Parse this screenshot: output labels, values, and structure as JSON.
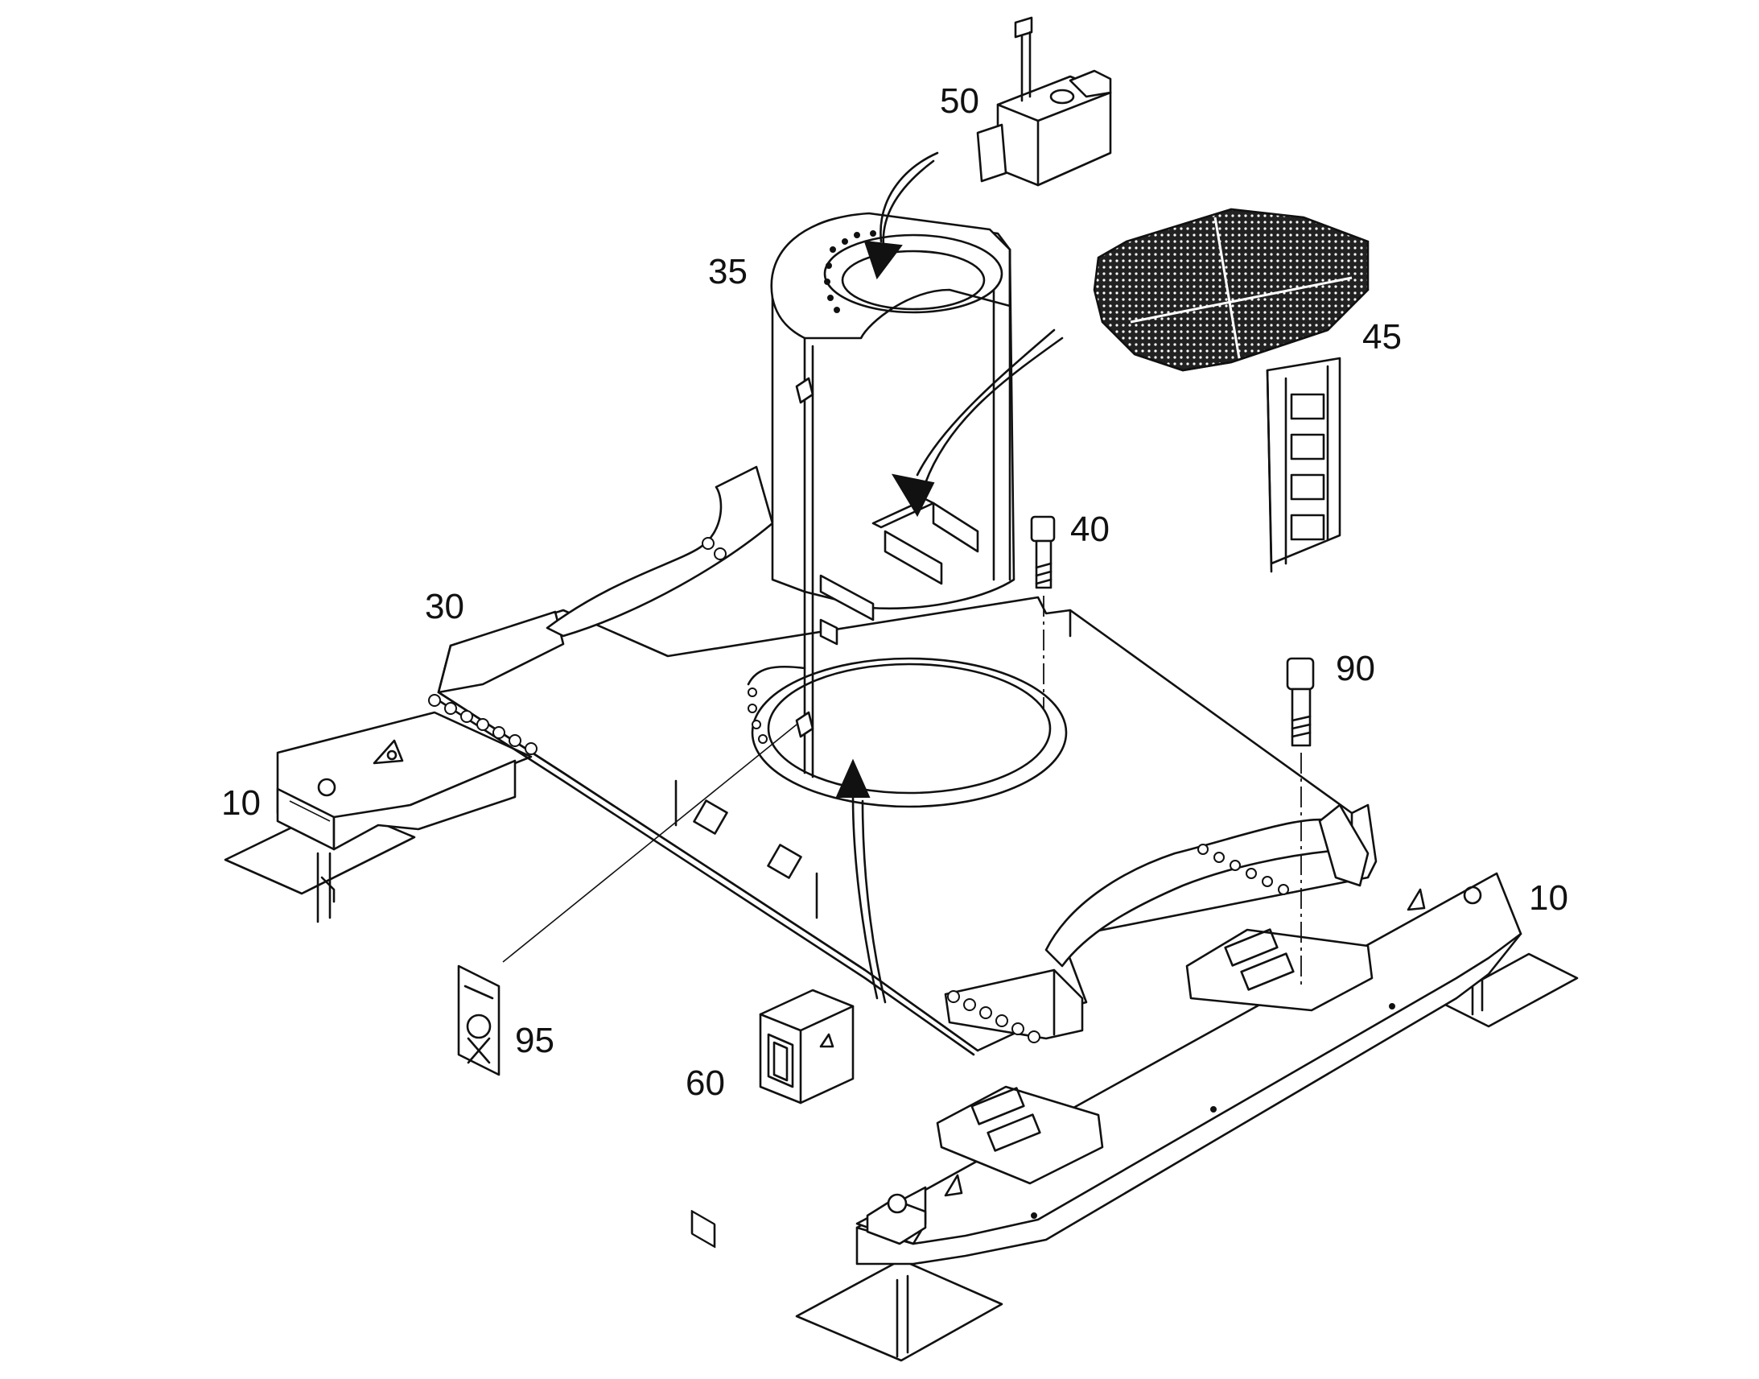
{
  "callouts": {
    "c50": "50",
    "c35": "35",
    "c45": "45",
    "c40": "40",
    "c30": "30",
    "c90": "90",
    "c10_left": "10",
    "c10_right": "10",
    "c95": "95",
    "c60": "60"
  }
}
